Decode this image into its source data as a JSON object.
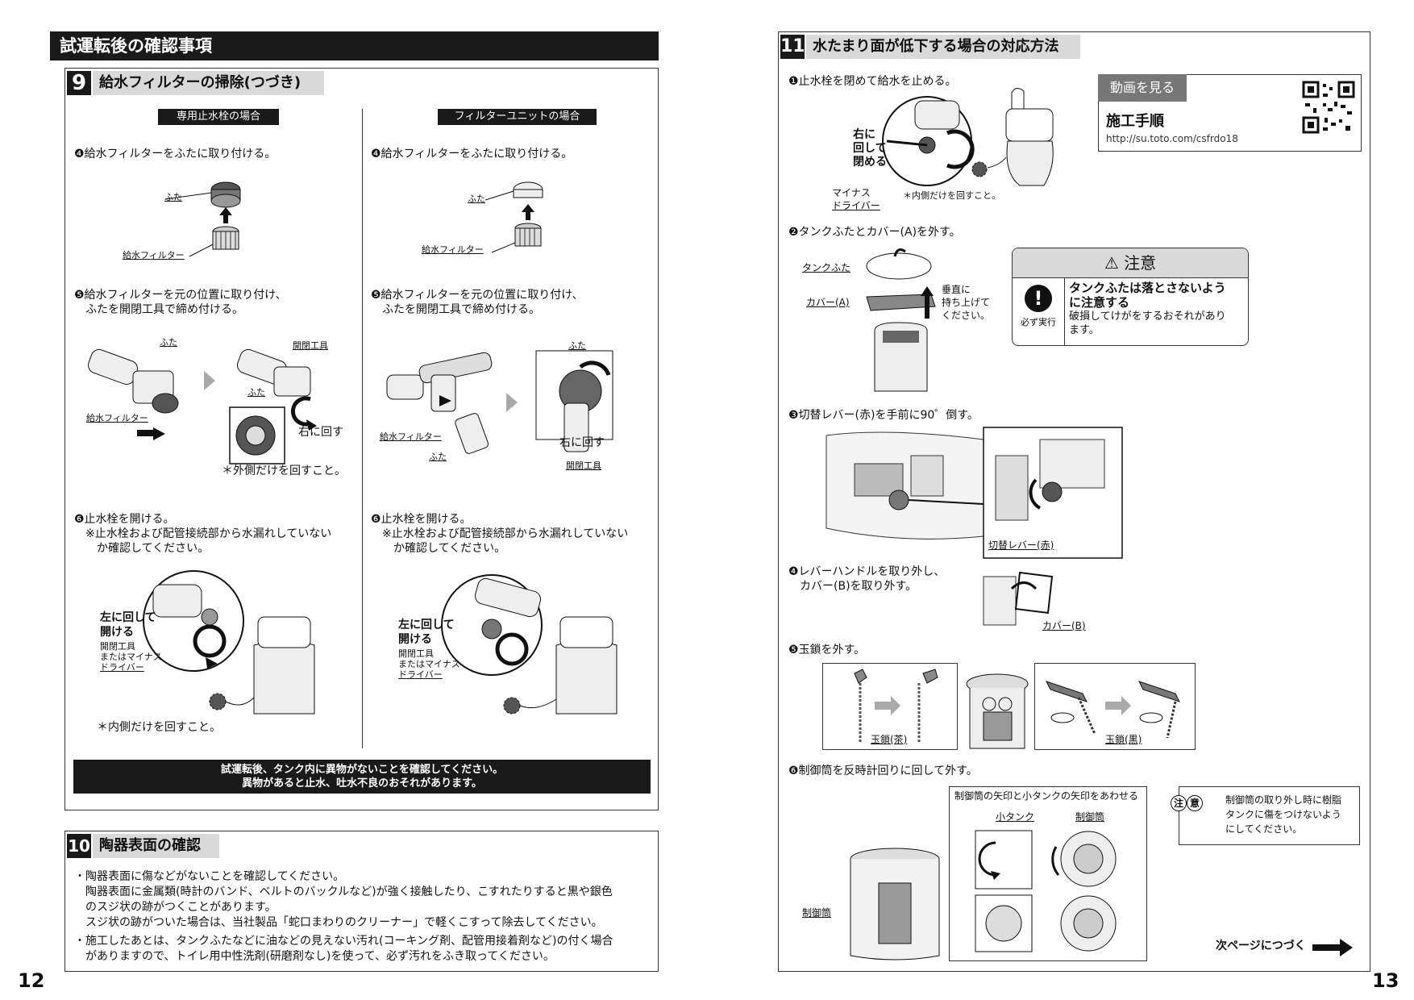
{
  "left": {
    "section_header": "試運転後の確認事項",
    "sec9": {
      "num": "9",
      "title": "給水フィルターの掃除(つづき)",
      "col_a_label": "専用止水栓の場合",
      "col_b_label": "フィルターユニットの場合",
      "step4": "❹給水フィルターをふたに取り付ける。",
      "label_futa": "ふた",
      "label_filter": "給水フィルター",
      "step5_l1": "❺給水フィルターを元の位置に取り付け、",
      "step5_l2": "ふたを開閉工具で締め付ける。",
      "label_kaihei": "開閉工具",
      "label_migi": "右に回す",
      "note_outer": "＊外側だけを回すこと。",
      "step6": "❻止水栓を開ける。",
      "step6_n1": "※止水栓および配管接続部から水漏れしていない",
      "step6_n2a": "か確認してください。",
      "step6_n2b": "か確認してください。",
      "label_hidari1": "左に回して",
      "label_hidari2": "開ける",
      "label_tool1": "開閉工具",
      "label_tool2": "またはマイナス",
      "label_tool3": "ドライバー",
      "note_inner": "＊内側だけを回すこと。",
      "warn1": "試運転後、タンク内に異物がないことを確認してください。",
      "warn2": "異物があると止水、吐水不良のおそれがあります。"
    },
    "sec10": {
      "num": "10",
      "title": "陶器表面の確認",
      "lines": [
        "・陶器表面に傷などがないことを確認してください。",
        "陶器表面に金属類(時計のバンド、ベルトのバックルなど)が強く接触したり、こすれたりすると黒や銀色",
        "のスジ状の跡がつくことがあります。",
        "スジ状の跡がついた場合は、当社製品「蛇口まわりのクリーナー」で軽くこすって除去してください。",
        "・施工したあとは、タンクふたなどに油などの見えない汚れ(コーキング剤、配管用接着剤など)の付く場合",
        "がありますので、トイレ用中性洗剤(研磨剤なし)を使って、必ず汚れをふき取ってください。"
      ]
    },
    "page_num": "12"
  },
  "right": {
    "sec11": {
      "num": "11",
      "title": "水たまり面が低下する場合の対応方法",
      "step1": "❶止水栓を閉めて給水を止める。",
      "label_migi1": "右に",
      "label_migi2": "回して",
      "label_migi3": "閉める",
      "label_minus1": "マイナス",
      "label_minus2": "ドライバー",
      "note_inner": "＊内側だけを回すこと。",
      "step2": "❷タンクふたとカバー(A)を外す。",
      "label_tankfuta": "タンクふた",
      "label_coverA": "カバー(A)",
      "label_vert1": "垂直に",
      "label_vert2": "持ち上げて",
      "label_vert3": "ください。",
      "step3": "❸切替レバー(赤)を手前に90゜倒す。",
      "label_lever": "切替レバー(赤)",
      "step4_l1": "❹レバーハンドルを取り外し、",
      "step4_l2": "カバー(B)を取り外す。",
      "label_coverB": "カバー(B)",
      "step5": "❺玉鎖を外す。",
      "label_chain_brown": "玉鎖(茶)",
      "label_chain_black": "玉鎖(黒)",
      "step6": "❻制御筒を反時計回りに回して外す。",
      "label_align": "制御筒の矢印と小タンクの矢印をあわせる",
      "label_small_tank": "小タンク",
      "label_seigyo": "制御筒",
      "label_seigyo2": "制御筒",
      "next": "次ページにつづく"
    },
    "video": {
      "tag": "動画を見る",
      "title": "施工手順",
      "url": "http://su.toto.com/csfrdo18"
    },
    "caution": {
      "header": "注意",
      "badge": "必ず実行",
      "bold1": "タンクふたは落とさないよう",
      "bold2": "に注意する",
      "text1": "破損してけがをするおそれがあり",
      "text2": "ます。"
    },
    "note_box": {
      "badge1": "注",
      "badge2": "意",
      "l1": "制御筒の取り外し時に樹脂",
      "l2": "タンクに傷をつけないよう",
      "l3": "にしてください。"
    },
    "page_num": "13"
  }
}
